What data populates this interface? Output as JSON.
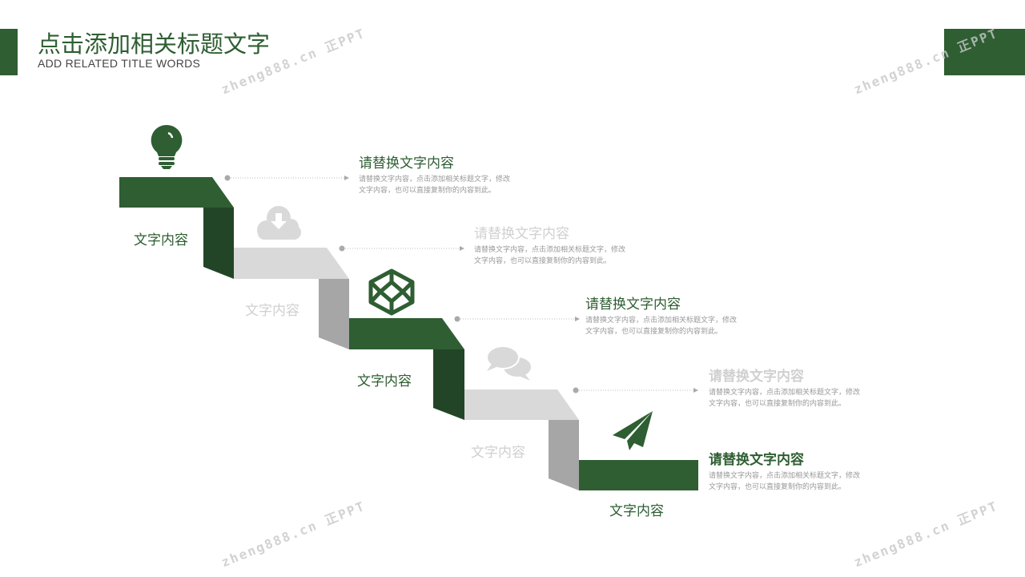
{
  "header": {
    "title": "点击添加相关标题文字",
    "subtitle": "ADD RELATED TITLE WORDS"
  },
  "colors": {
    "accent": "#2e5e32",
    "accent_dark": "#234527",
    "gray_top": "#d9d9d9",
    "gray_side": "#a6a6a6",
    "muted_text": "#d0d0d0"
  },
  "watermark": "zheng888.cn 正PPT",
  "steps": [
    {
      "label": "文字内容",
      "icon": "lightbulb-icon",
      "title": "请替换文字内容",
      "desc1": "请替换文字内容，点击添加相关标题文字，修改",
      "desc2": "文字内容，也可以直接复制你的内容到此。"
    },
    {
      "label": "文字内容",
      "icon": "cloud-download-icon",
      "title": "请替换文字内容",
      "desc1": "请替换文字内容，点击添加相关标题文字，修改",
      "desc2": "文字内容，也可以直接复制你的内容到此。"
    },
    {
      "label": "文字内容",
      "icon": "codepen-cube-icon",
      "title": "请替换文字内容",
      "desc1": "请替换文字内容，点击添加相关标题文字，修改",
      "desc2": "文字内容，也可以直接复制你的内容到此。"
    },
    {
      "label": "文字内容",
      "icon": "chat-bubbles-icon",
      "title": "请替换文字内容",
      "desc1": "请替换文字内容，点击添加相关标题文字，修改",
      "desc2": "文字内容，也可以直接复制你的内容到此。"
    },
    {
      "label": "文字内容",
      "icon": "paper-plane-icon",
      "title": "请替换文字内容",
      "desc1": "请替换文字内容，点击添加相关标题文字，修改",
      "desc2": "文字内容，也可以直接复制你的内容到此。"
    }
  ]
}
